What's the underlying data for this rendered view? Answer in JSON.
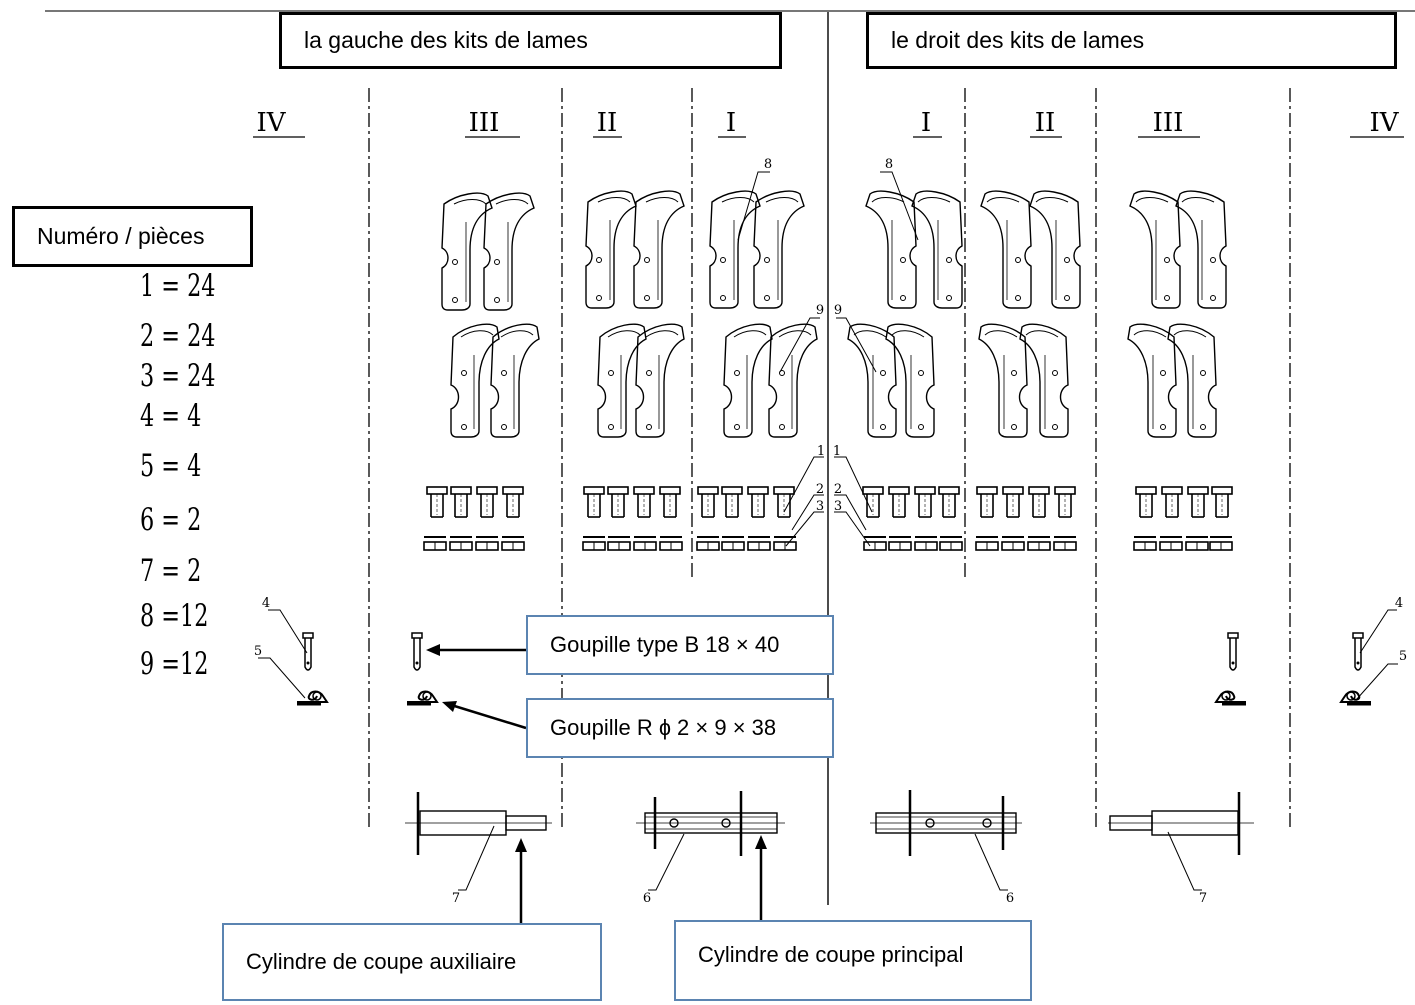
{
  "headers": {
    "left": "la gauche des kits de lames",
    "right": "le droit des kits de lames"
  },
  "legend": {
    "title": "Numéro / pièces",
    "rows": [
      {
        "num": "1",
        "qty": "24"
      },
      {
        "num": "2",
        "qty": "24"
      },
      {
        "num": "3",
        "qty": "24"
      },
      {
        "num": "4",
        "qty": "4"
      },
      {
        "num": "5",
        "qty": "4"
      },
      {
        "num": "6",
        "qty": "2"
      },
      {
        "num": "7",
        "qty": "2"
      },
      {
        "num": "8",
        "qty": "12"
      },
      {
        "num": "9",
        "qty": "12"
      }
    ]
  },
  "sections": {
    "left": [
      "IV",
      "III",
      "II",
      "I"
    ],
    "right": [
      "I",
      "II",
      "III",
      "IV"
    ]
  },
  "callouts": {
    "pin_b": "Goupille type B 18 × 40",
    "pin_r": "Goupille R ɸ 2 × 9 × 38",
    "aux_cylinder": "Cylindre de coupe auxiliaire",
    "main_cylinder": "Cylindre de coupe principal"
  },
  "part_numbers": [
    "1",
    "2",
    "3",
    "4",
    "5",
    "6",
    "7",
    "8",
    "9"
  ]
}
